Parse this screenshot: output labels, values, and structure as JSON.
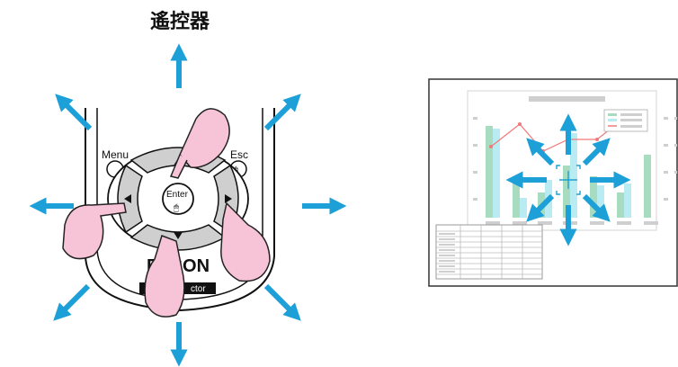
{
  "title": "遙控器",
  "remote": {
    "menu_label": "Menu",
    "esc_label": "Esc",
    "enter_label": "Enter",
    "brand_label": "EPSON",
    "sub_label": "ctor"
  },
  "colors": {
    "arrow": "#1da0d8",
    "finger": "#f7c3d6",
    "finger_outline": "#222222",
    "button_fill": "#cfcfcf",
    "chart_bar_green": "#a8dcc0",
    "chart_bar_cyan": "#b9ecf2",
    "chart_line": "#f07a7a"
  },
  "icons": [
    "arrow-icon",
    "finger-icon",
    "cross-cursor-icon"
  ]
}
